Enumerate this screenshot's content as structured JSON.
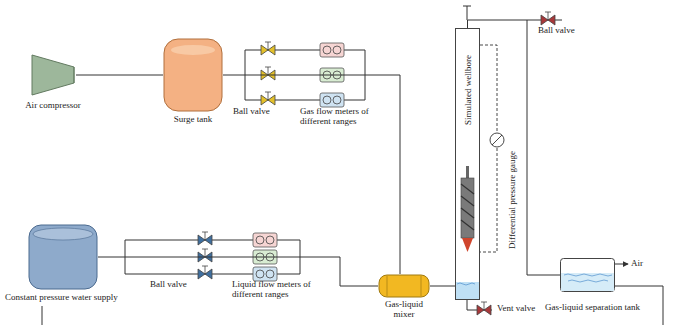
{
  "diagram": {
    "nodes": [
      {
        "text": [
          "Air compressor"
        ]
      },
      {
        "text": [
          "Surge tank"
        ]
      },
      {
        "text": [
          "Constant pressure water supply"
        ]
      },
      {
        "text": [
          "Gas-liquid mixer"
        ]
      },
      {
        "text": [
          "Simulated wellbore"
        ]
      },
      {
        "text": [
          "Gas-liquid separation tank"
        ]
      }
    ],
    "edges": [
      {
        "from": 0,
        "to": 1,
        "arrow": "none"
      },
      {
        "from": 1,
        "to": 3,
        "arrow": "none"
      },
      {
        "from": 2,
        "to": 3,
        "arrow": "none"
      },
      {
        "from": 3,
        "to": 4,
        "arrow": "none"
      },
      {
        "from": 4,
        "to": 5,
        "arrow": "none"
      }
    ],
    "labels": [
      "Ball valve",
      "Gas flow meters of different ranges",
      "Ball valve",
      "Liquid flow meters of different ranges",
      "Differential pressure gauge",
      "Ball valve",
      "Air",
      "Vent valve"
    ]
  }
}
